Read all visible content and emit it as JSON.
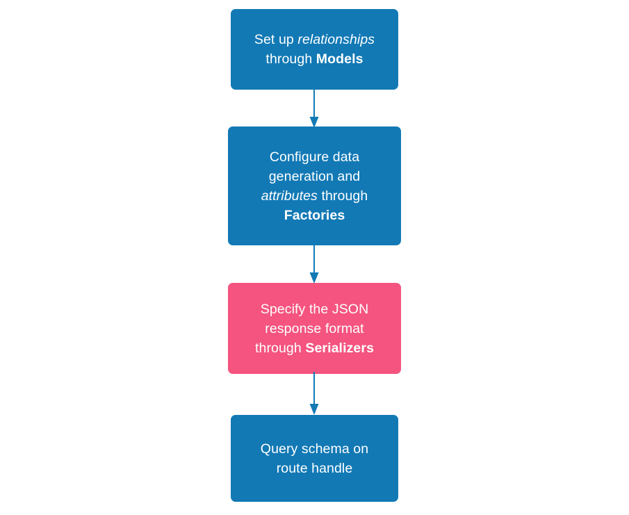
{
  "diagram": {
    "type": "flowchart",
    "orientation": "top-to-bottom",
    "background_color": "#ffffff",
    "title": "",
    "colors": {
      "node_blue": "#1279b5",
      "node_pink": "#f4547f",
      "edge": "#1279b5",
      "node_text": "#ffffff"
    },
    "nodes": [
      {
        "id": "models",
        "color": "#1279b5",
        "text_plain": "Set up relationships through Models",
        "lines": [
          [
            {
              "text": "Set up ",
              "style": "normal"
            },
            {
              "text": "relationships",
              "style": "italic"
            }
          ],
          [
            {
              "text": "through ",
              "style": "normal"
            },
            {
              "text": "Models",
              "style": "bold"
            }
          ]
        ]
      },
      {
        "id": "factories",
        "color": "#1279b5",
        "text_plain": "Configure data generation and attributes through Factories",
        "lines": [
          [
            {
              "text": "Configure data",
              "style": "normal"
            }
          ],
          [
            {
              "text": "generation and",
              "style": "normal"
            }
          ],
          [
            {
              "text": "attributes",
              "style": "italic"
            },
            {
              "text": " through",
              "style": "normal"
            }
          ],
          [
            {
              "text": "Factories",
              "style": "bold"
            }
          ]
        ]
      },
      {
        "id": "serializers",
        "color": "#f4547f",
        "text_plain": "Specify the JSON response format through Serializers",
        "lines": [
          [
            {
              "text": "Specify the JSON",
              "style": "normal"
            }
          ],
          [
            {
              "text": "response format",
              "style": "normal"
            }
          ],
          [
            {
              "text": "through ",
              "style": "normal"
            },
            {
              "text": "Serializers",
              "style": "bold"
            }
          ]
        ]
      },
      {
        "id": "query",
        "color": "#1279b5",
        "text_plain": "Query schema on route handle",
        "lines": [
          [
            {
              "text": "Query schema on",
              "style": "normal"
            }
          ],
          [
            {
              "text": "route handle",
              "style": "normal"
            }
          ]
        ]
      }
    ],
    "edges": [
      {
        "id": "edge-1",
        "from": "models",
        "to": "factories",
        "label": "",
        "arrowhead": "triangle"
      },
      {
        "id": "edge-2",
        "from": "factories",
        "to": "serializers",
        "label": "",
        "arrowhead": "triangle"
      },
      {
        "id": "edge-3",
        "from": "serializers",
        "to": "query",
        "label": "",
        "arrowhead": "triangle"
      }
    ]
  }
}
